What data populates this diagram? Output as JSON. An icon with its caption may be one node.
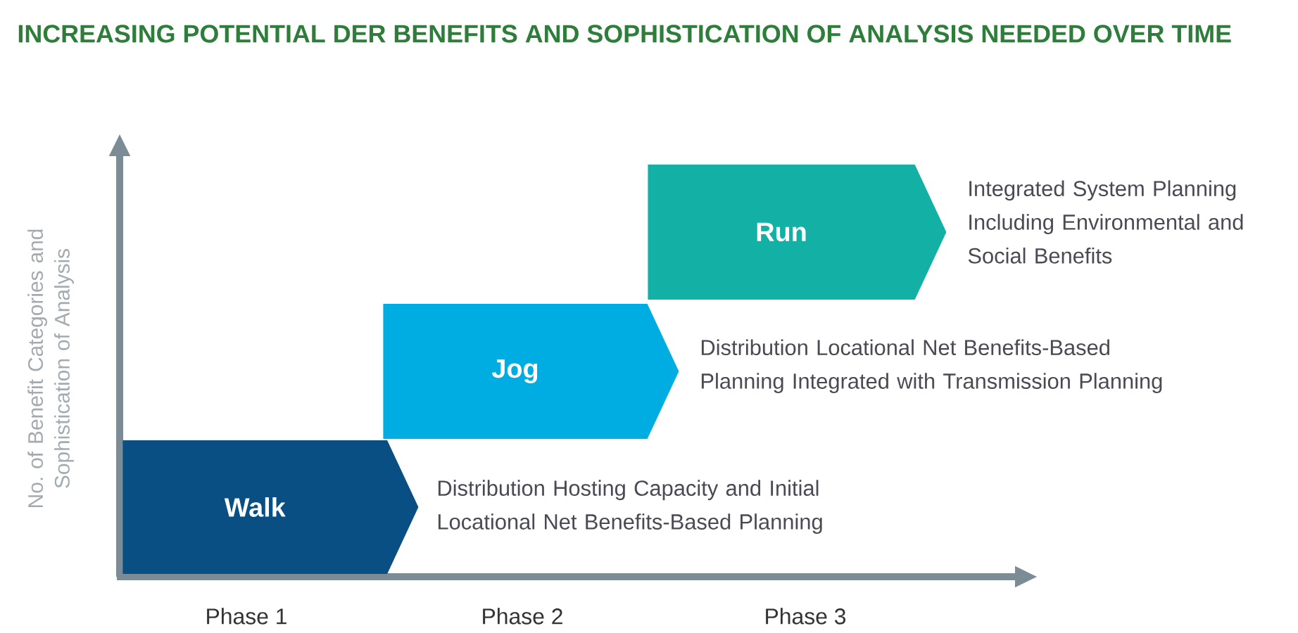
{
  "diagram": {
    "title": "INCREASING POTENTIAL DER BENEFITS AND SOPHISTICATION OF ANALYSIS NEEDED OVER TIME",
    "nodes": [
      {
        "text": [
          "Walk"
        ],
        "beside": [
          "Distribution Hosting Capacity and Initial Locational Net Benefits-Based Planning"
        ]
      },
      {
        "text": [
          "Jog"
        ],
        "beside": [
          "Distribution Locational Net Benefits-Based Planning Integrated with Transmission Planning"
        ]
      },
      {
        "text": [
          "Run"
        ],
        "beside": [
          "Integrated System Planning Including Environmental and Social Benefits"
        ]
      }
    ],
    "labels": [
      "No. of Benefit Categories and Sophistication of Analysis",
      "Phase 1",
      "Phase 2",
      "Phase 3"
    ]
  }
}
